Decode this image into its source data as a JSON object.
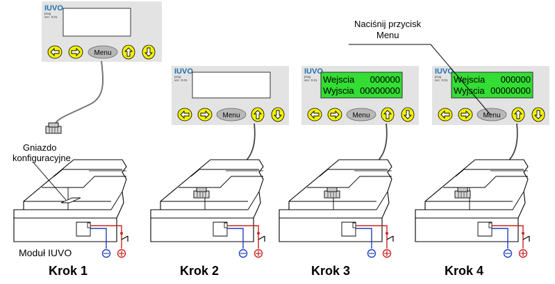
{
  "panel": {
    "brand": "IUVO",
    "small_line1": "prog",
    "small_line2": "ver.: 0.01",
    "menu_label": "Menu",
    "lcd_line1_label": "Wejscia",
    "lcd_line1_value": "000000",
    "lcd_line2_label": "Wyjscia",
    "lcd_line2_value": "00000000"
  },
  "labels": {
    "socket_line1": "Gniazdo",
    "socket_line2": "konfiguracyjne",
    "module": "Moduł IUVO",
    "press_line1": "Naciśnij przycisk",
    "press_line2": "Menu"
  },
  "steps": [
    "Krok 1",
    "Krok 2",
    "Krok 3",
    "Krok 4"
  ],
  "colors": {
    "panel_bg": "#e3e3e3",
    "button_yellow": "#f2f200",
    "menu_button": "#b8b8b8",
    "lcd_green": "#33dd33",
    "brand_blue": "#1f6fb2",
    "wire_blue": "#1f3fbf",
    "wire_red": "#cc2222"
  }
}
